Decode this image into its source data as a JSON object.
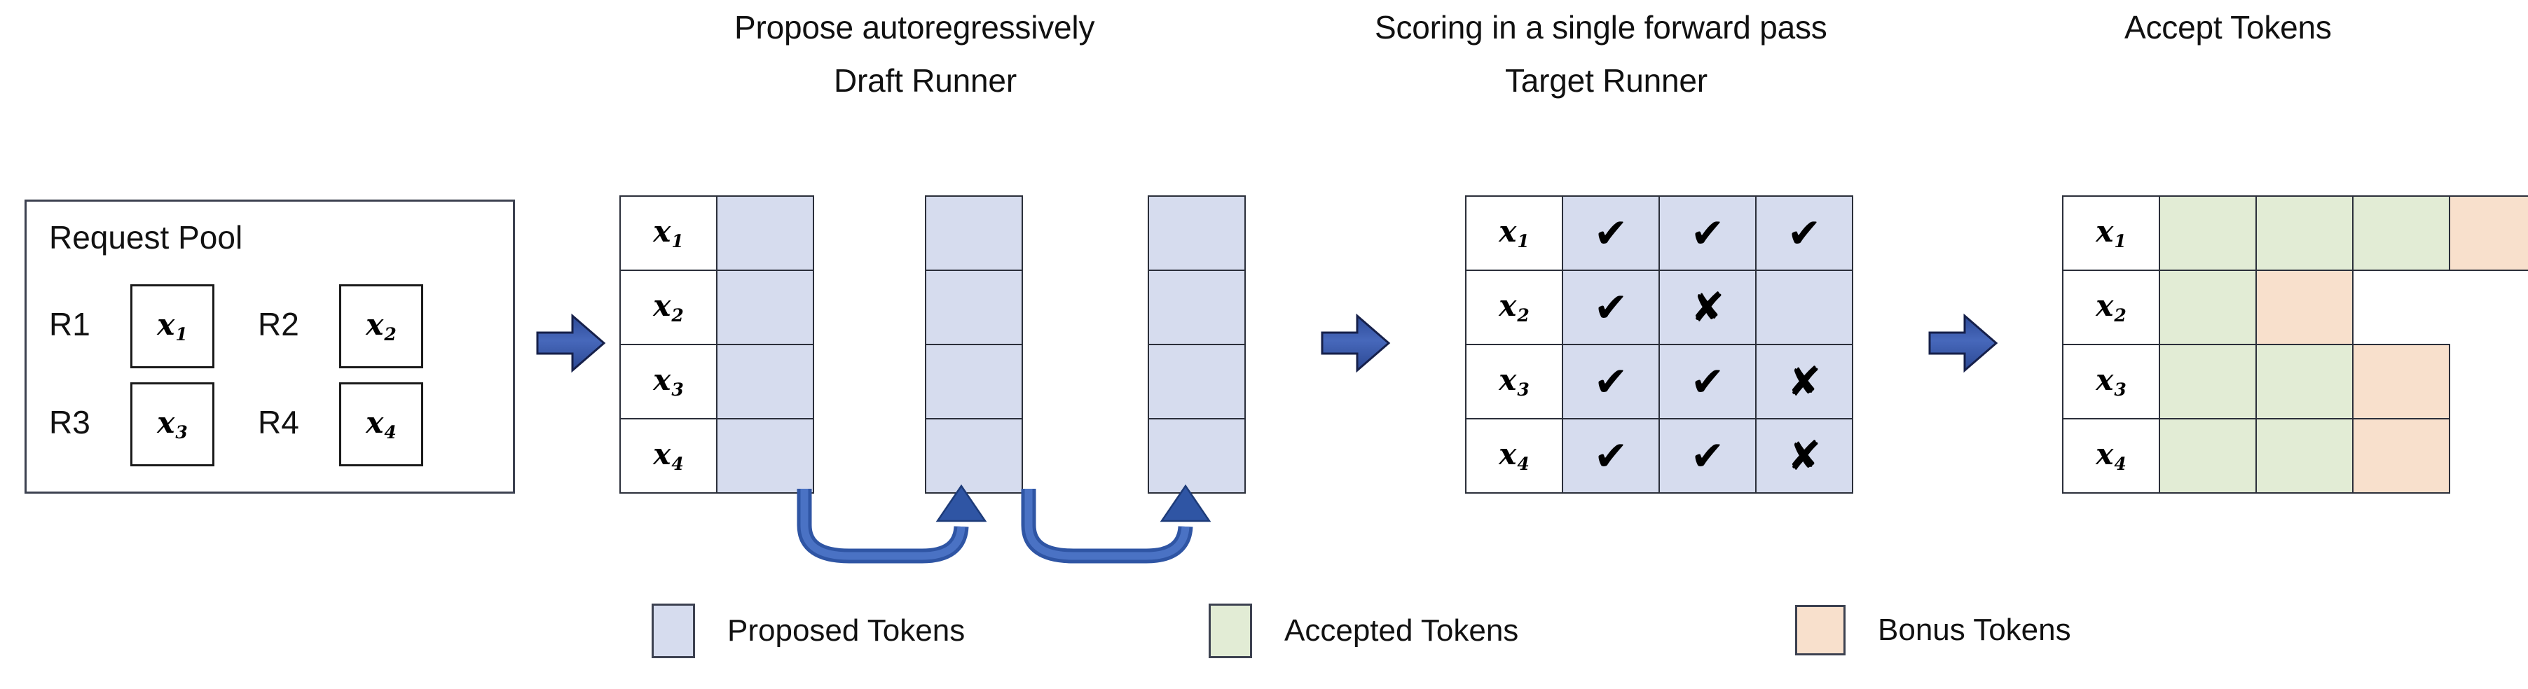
{
  "figure": {
    "background": "#ffffff",
    "colors": {
      "proposed": "#d6dcee",
      "accepted": "#e2ecd5",
      "bonus": "#f8e0cc",
      "arrow_blue": "#3a5bab",
      "border": "#2b2f3a"
    }
  },
  "request_pool": {
    "title": "Request Pool",
    "requests": [
      {
        "label": "R1",
        "token": "x",
        "sub": "1"
      },
      {
        "label": "R2",
        "token": "x",
        "sub": "2"
      },
      {
        "label": "R3",
        "token": "x",
        "sub": "3"
      },
      {
        "label": "R4",
        "token": "x",
        "sub": "4"
      }
    ]
  },
  "draft_runner": {
    "caption": "Propose autoregressively",
    "title": "Draft Runner",
    "row_labels": [
      {
        "token": "x",
        "sub": "1"
      },
      {
        "token": "x",
        "sub": "2"
      },
      {
        "token": "x",
        "sub": "3"
      },
      {
        "token": "x",
        "sub": "4"
      }
    ],
    "steps": 3,
    "cell_fill": "proposed"
  },
  "target_runner": {
    "caption": "Scoring in a single forward pass",
    "title": "Target Runner",
    "row_labels": [
      {
        "token": "x",
        "sub": "1"
      },
      {
        "token": "x",
        "sub": "2"
      },
      {
        "token": "x",
        "sub": "3"
      },
      {
        "token": "x",
        "sub": "4"
      }
    ],
    "marks": [
      [
        "check",
        "check",
        "check"
      ],
      [
        "check",
        "cross",
        "blank"
      ],
      [
        "check",
        "check",
        "cross"
      ],
      [
        "check",
        "check",
        "cross"
      ]
    ],
    "check_glyph": "✔",
    "cross_glyph": "✘"
  },
  "accept_tokens": {
    "title": "Accept Tokens",
    "row_labels": [
      {
        "token": "x",
        "sub": "1"
      },
      {
        "token": "x",
        "sub": "2"
      },
      {
        "token": "x",
        "sub": "3"
      },
      {
        "token": "x",
        "sub": "4"
      }
    ],
    "rows": [
      [
        "accepted",
        "accepted",
        "accepted",
        "bonus"
      ],
      [
        "accepted",
        "bonus",
        "none",
        "none"
      ],
      [
        "accepted",
        "accepted",
        "bonus",
        "none"
      ],
      [
        "accepted",
        "accepted",
        "bonus",
        "none"
      ]
    ]
  },
  "legend": [
    {
      "name": "proposed-tokens",
      "label": "Proposed Tokens",
      "color": "#d6dcee"
    },
    {
      "name": "accepted-tokens",
      "label": "Accepted Tokens",
      "color": "#e2ecd5"
    },
    {
      "name": "bonus-tokens",
      "label": "Bonus Tokens",
      "color": "#f8e0cc"
    }
  ],
  "flow_arrows": [
    {
      "name": "pool-to-draft"
    },
    {
      "name": "draft-to-target"
    },
    {
      "name": "target-to-accept"
    }
  ],
  "recurrence_arrows": [
    {
      "name": "draft-step-1-to-2"
    },
    {
      "name": "draft-step-2-to-3"
    }
  ]
}
